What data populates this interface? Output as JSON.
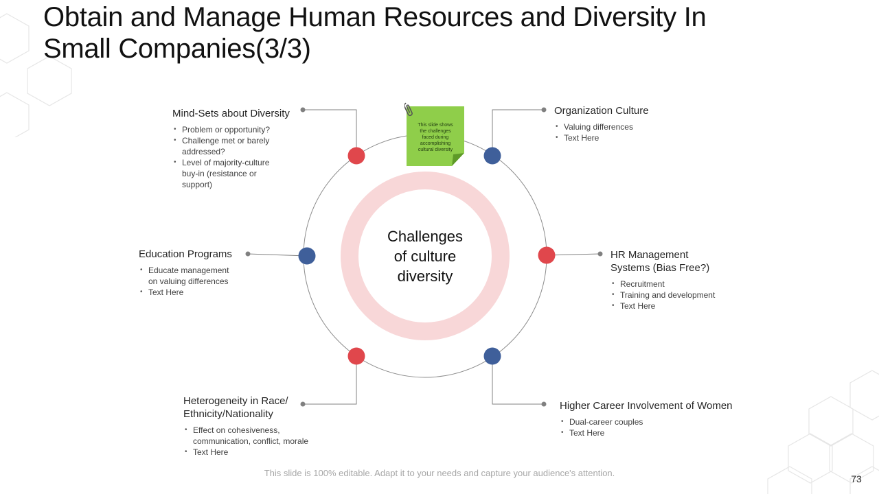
{
  "slide": {
    "title_lines": [
      "Obtain and Manage Human Resources and Diversity In",
      "Small Companies(3/3)"
    ],
    "footer": "This slide is 100% editable. Adapt it to your needs and capture your audience's attention.",
    "page_number": "73"
  },
  "colors": {
    "red_node": "#e0474c",
    "blue_node": "#3f5f9a",
    "ring_pink": "#f8d7d8",
    "note_green": "#8fce4a",
    "connector": "#808080"
  },
  "center": {
    "lines": [
      "Challenges",
      "of culture",
      "diversity"
    ]
  },
  "sticky_note": {
    "lines": [
      "This slide shows",
      "the challenges",
      "faced during",
      "accomplishing",
      "cultural diversity"
    ],
    "icon": "paperclip-icon"
  },
  "blocks": {
    "mindsets": {
      "title_lines": [
        "Mind-Sets about Diversity"
      ],
      "points": [
        [
          "Problem or opportunity?"
        ],
        [
          "Challenge met or barely",
          "addressed?"
        ],
        [
          "Level of majority-culture",
          "buy-in (resistance or",
          "support)"
        ]
      ]
    },
    "org_culture": {
      "title_lines": [
        "Organization  Culture"
      ],
      "points": [
        [
          "Valuing differences"
        ],
        [
          "Text Here"
        ]
      ]
    },
    "education": {
      "title_lines": [
        "Education Programs"
      ],
      "points": [
        [
          "Educate management",
          "on valuing  differences"
        ],
        [
          "Text Here"
        ]
      ]
    },
    "hr_systems": {
      "title_lines": [
        "HR Management",
        "Systems (Bias Free?)"
      ],
      "points": [
        [
          "Recruitment"
        ],
        [
          "Training  and development"
        ],
        [
          "Text Here"
        ]
      ]
    },
    "heterogeneity": {
      "title_lines": [
        "Heterogeneity  in Race/",
        "Ethnicity/Nationality"
      ],
      "points": [
        [
          "Effect on cohesiveness,",
          "communication, conflict, morale"
        ],
        [
          "Text Here"
        ]
      ]
    },
    "women": {
      "title_lines": [
        "Higher Career Involvement  of Women"
      ],
      "points": [
        [
          "Dual-career  couples"
        ],
        [
          "Text Here"
        ]
      ]
    }
  }
}
